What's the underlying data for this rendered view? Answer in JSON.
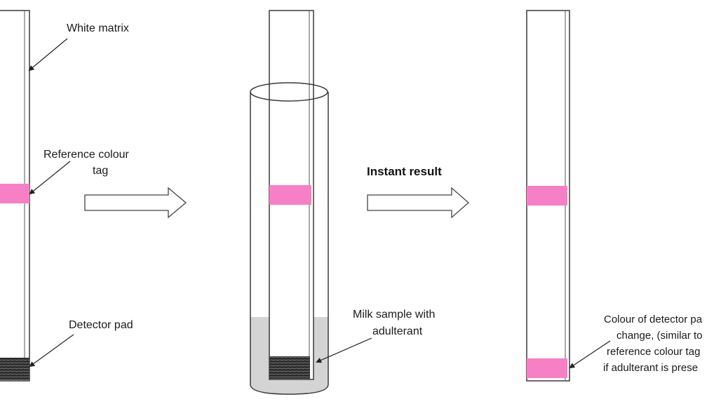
{
  "labels": {
    "white_matrix": "White matrix",
    "reference_tag_line1": "Reference colour",
    "reference_tag_line2": "tag",
    "detector_pad": "Detector pad",
    "instant_result": "Instant result",
    "milk_sample_line1": "Milk sample with",
    "milk_sample_line2": "adulterant",
    "result_line1": "Colour of detector pa",
    "result_line2": "change, (similar to",
    "result_line3": "reference colour tag",
    "result_line4": "if adulterant is prese"
  },
  "colors": {
    "pink_tag": "#f67fc6",
    "milk": "#d4d4d4",
    "outline": "#3a3a3a"
  }
}
